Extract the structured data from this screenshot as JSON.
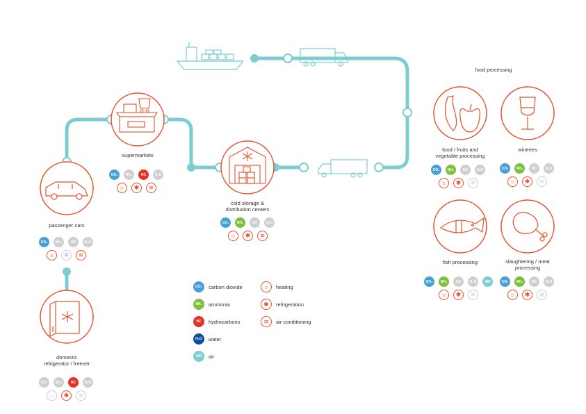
{
  "colors": {
    "co2": "#4a9fd8",
    "nh3": "#7dbf3f",
    "hc": "#e53224",
    "h2o": "#0b4f9c",
    "air": "#7fcdd0",
    "inactive": "#cfcfcf",
    "accent": "#e8502a",
    "line": "#7ccdd0"
  },
  "labels": {
    "food_processing": "food processing",
    "supermarkets": "supermarkets",
    "cold_storage": [
      "cold storage &",
      "distribution centers"
    ],
    "passenger_cars": "passenger cars",
    "domestic": [
      "domestic",
      "refrigerator / freezer"
    ],
    "fruits": [
      "food / fruits and",
      "vegetable processing"
    ],
    "wineries": "wineries",
    "fish": "fish processing",
    "slaughter": [
      "slaughtering / meat",
      "processing"
    ]
  },
  "chips": {
    "co2": "CO₂",
    "nh3": "NH₃",
    "hc": "HC",
    "h2o": "H₂O",
    "air": "AIR"
  },
  "legend": {
    "refrigerants": [
      {
        "chip": "CO₂",
        "label": "carbon dioxide"
      },
      {
        "chip": "NH₃",
        "label": "ammonia"
      },
      {
        "chip": "HC",
        "label": "hydrocarbons"
      },
      {
        "chip": "H₂O",
        "label": "water"
      },
      {
        "chip": "AIR",
        "label": "air"
      }
    ],
    "applications": [
      "heating",
      "refrigeration",
      "air conditioning"
    ]
  },
  "icon_glyphs": {
    "heating": "☼",
    "refrigeration": "✱",
    "air_conditioning": "≋"
  }
}
